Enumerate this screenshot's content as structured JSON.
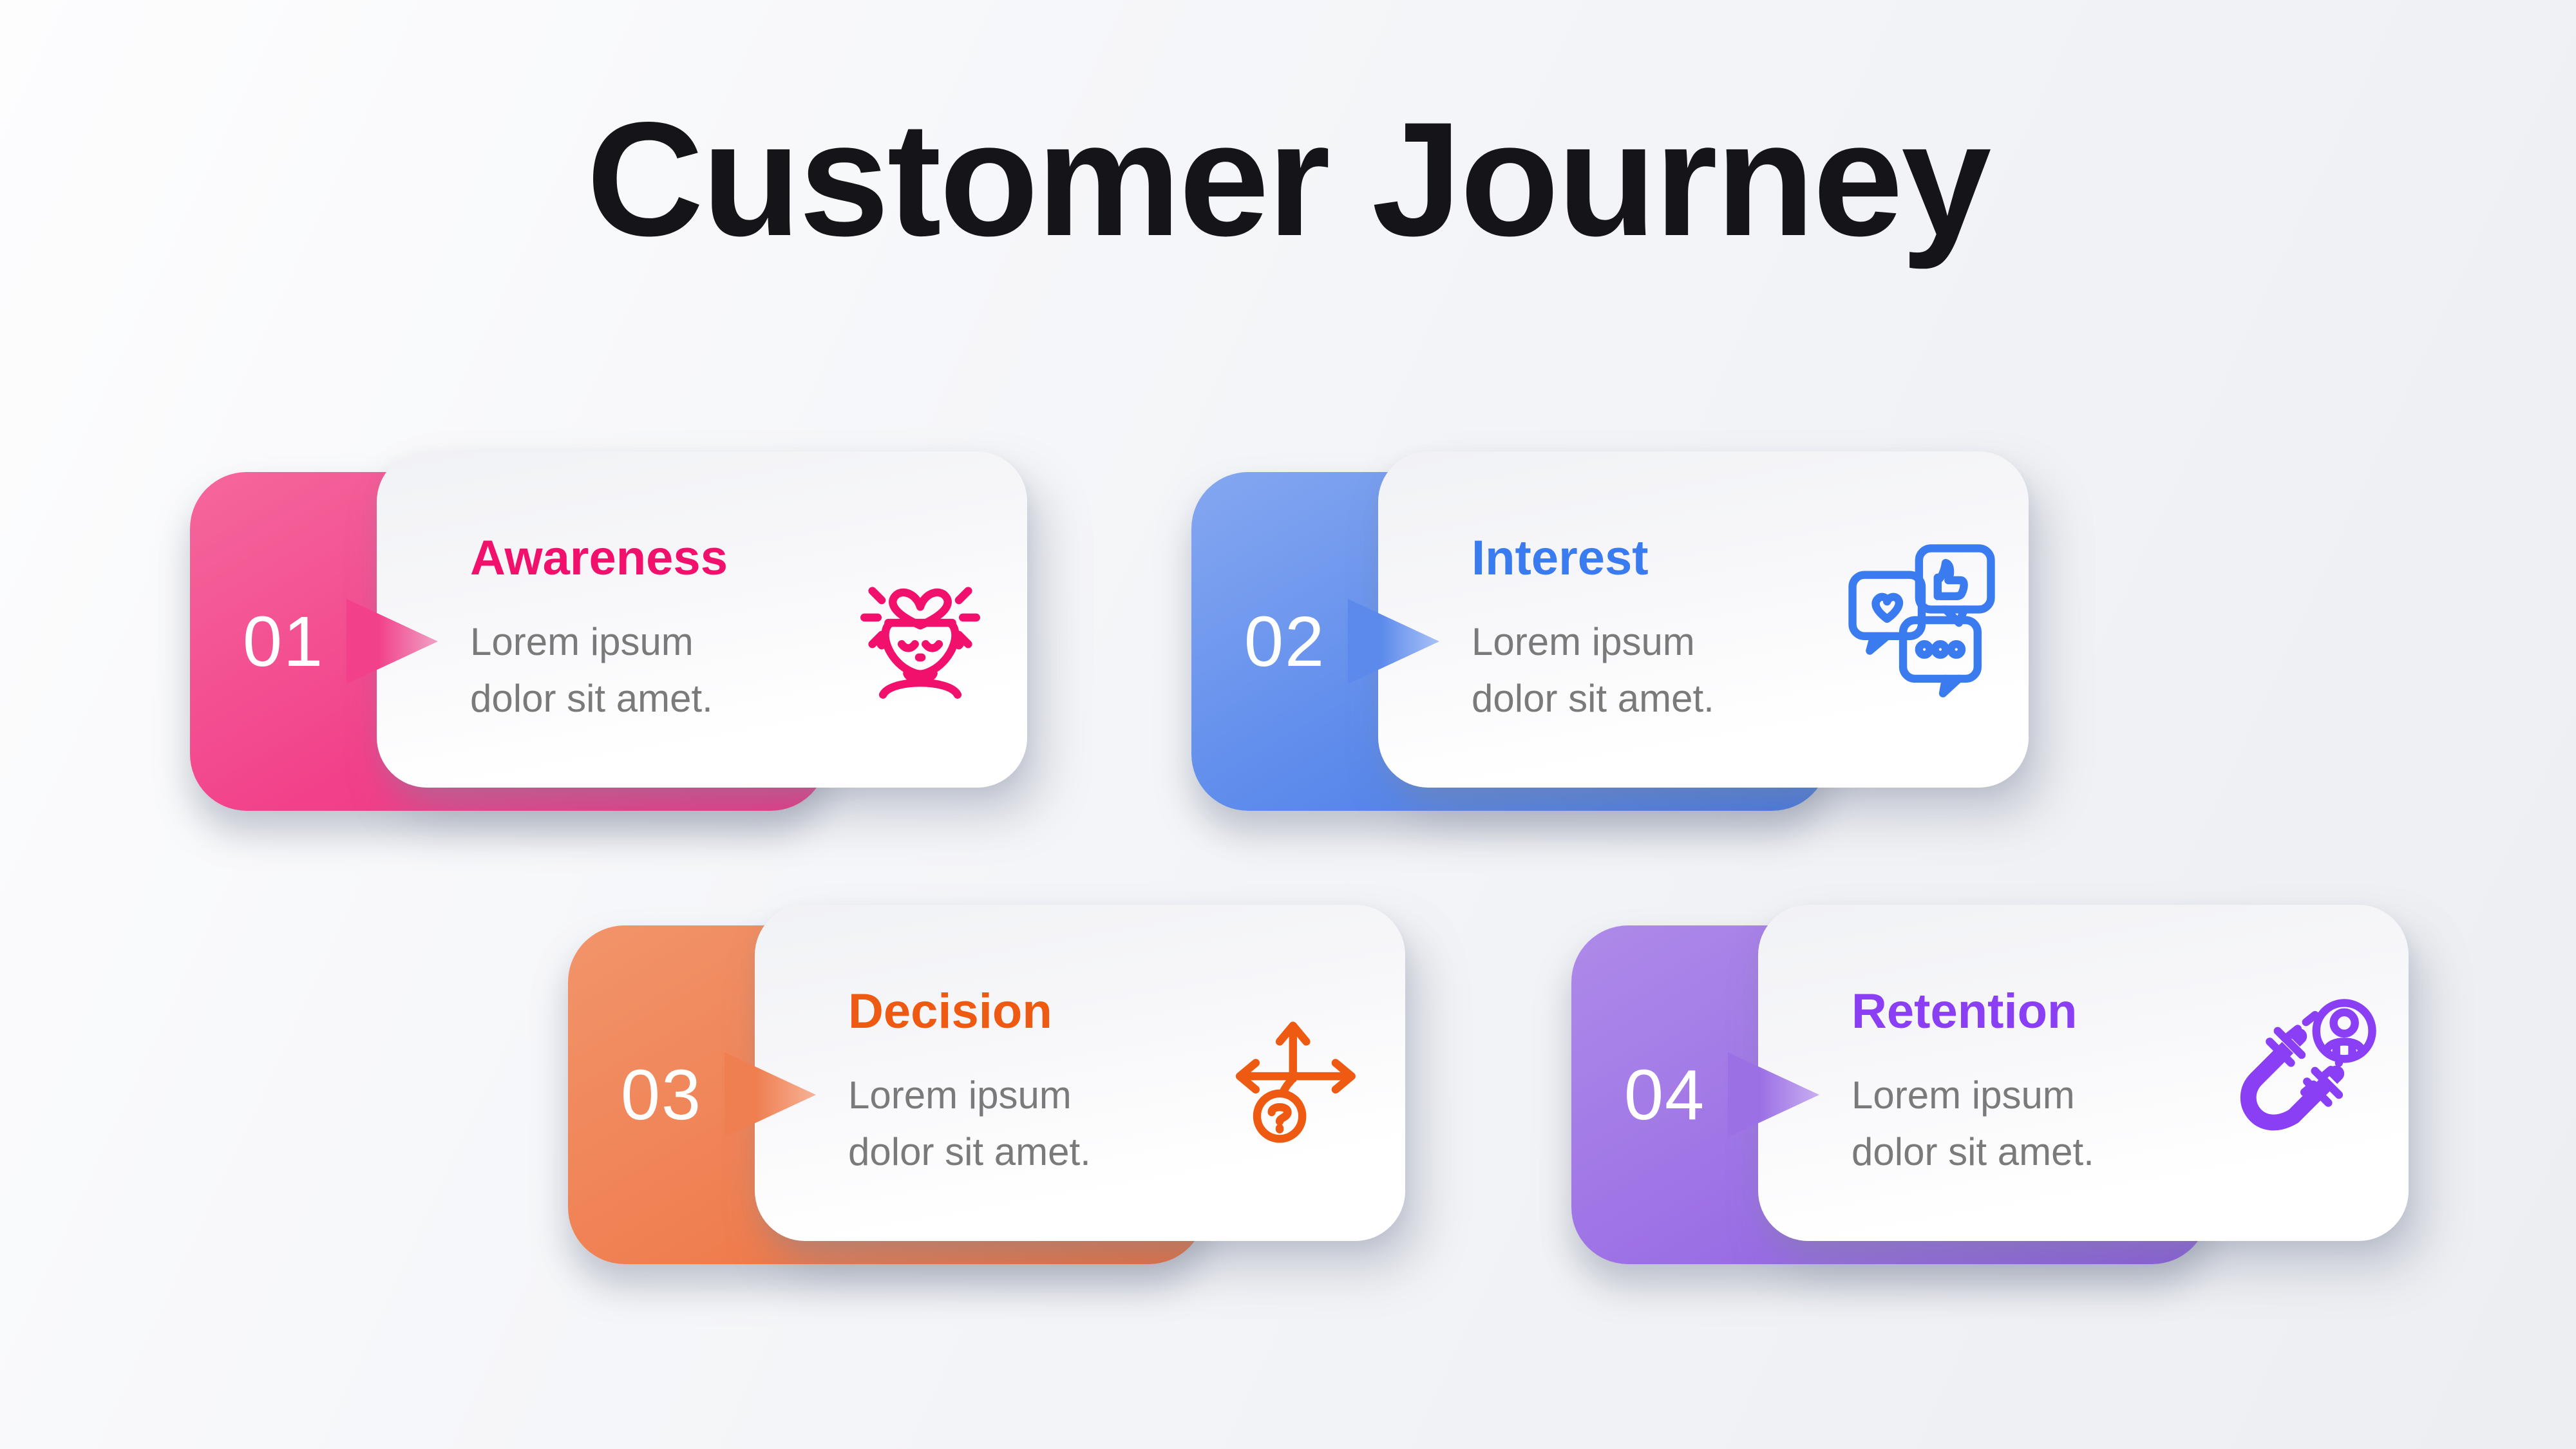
{
  "page": {
    "title": "Customer Journey",
    "background_top": "#fdfdfe",
    "background_bottom": "#eceef2",
    "heading_color": "#151519",
    "body_text_color": "#7a7a7a"
  },
  "cards": [
    {
      "number": "01",
      "title": "Awareness",
      "description": "Lorem ipsum dolor sit amet.",
      "icon": "head-with-heart-icon",
      "colors": {
        "accent": "#f2106d",
        "tab_from": "#f5679c",
        "tab_to": "#f2418a",
        "strip": "#f02f83",
        "arrow_tip": "#efa3c4"
      }
    },
    {
      "number": "02",
      "title": "Interest",
      "description": "Lorem ipsum dolor sit amet.",
      "icon": "social-chat-bubbles-icon",
      "colors": {
        "accent": "#3b7bf0",
        "tab_from": "#85a7f0",
        "tab_to": "#5b8aec",
        "strip": "#3f74e4",
        "arrow_tip": "#aac2f6"
      }
    },
    {
      "number": "03",
      "title": "Decision",
      "description": "Lorem ipsum dolor sit amet.",
      "icon": "direction-arrows-question-icon",
      "colors": {
        "accent": "#ee5a11",
        "tab_from": "#f2946a",
        "tab_to": "#ef7f51",
        "strip": "#ec6a33",
        "arrow_tip": "#f6b397"
      }
    },
    {
      "number": "04",
      "title": "Retention",
      "description": "Lorem ipsum dolor sit amet.",
      "icon": "magnet-attracting-user-icon",
      "colors": {
        "accent": "#8b3ff5",
        "tab_from": "#ae8ae9",
        "tab_to": "#9c70e5",
        "strip": "#8a55e0",
        "arrow_tip": "#c8aff1"
      }
    }
  ]
}
